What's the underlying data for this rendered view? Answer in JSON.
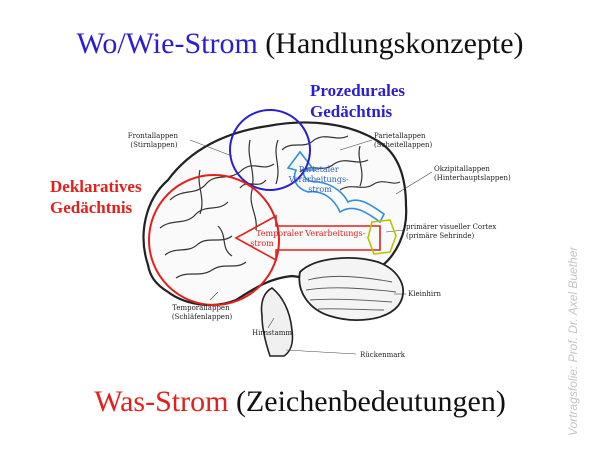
{
  "title_top": {
    "highlight": "Wo/Wie-Strom",
    "rest": " (Handlungskonzepte)"
  },
  "title_bottom": {
    "highlight": "Was-Strom",
    "rest": " (Zeichenbedeutungen)"
  },
  "labels": {
    "prozedurales_line1": "Prozedurales",
    "prozedurales_line2": "Gedächtnis",
    "deklaratives_line1": "Deklaratives",
    "deklaratives_line2": "Gedächtnis"
  },
  "streams": {
    "parietal_line1": "Parietaler",
    "parietal_line2": "Verarbeitungs-",
    "parietal_line3": "strom",
    "temporal_line1": "Temporaler Verarbeitungs-",
    "temporal_line2": "strom"
  },
  "anatomy": {
    "frontallappen": "Frontallappen",
    "frontallappen_sub": "(Stirnlappen)",
    "parietallappen": "Parietallappen",
    "parietallappen_sub": "(Scheitellappen)",
    "okzipitallappen": "Okzipitallappen",
    "okzipitallappen_sub": "(Hinterhauptslappen)",
    "visueller_cortex": "primärer visueller Cortex",
    "visueller_cortex_sub": "(primäre Sehrinde)",
    "kleinhirn": "Kleinhirn",
    "temporallappen": "Temporallappen",
    "temporallappen_sub": "(Schläfenlappen)",
    "hirnstamm": "Hirnstamm",
    "rueckenmark": "Rückenmark"
  },
  "credit": "Vortragsfolie: Prof. Dr. Axel Buether",
  "colors": {
    "blue": "#2a1fd0",
    "red": "#e3201b",
    "stream_blue": "#2f8fe0",
    "cortex_green": "#b8c400"
  }
}
